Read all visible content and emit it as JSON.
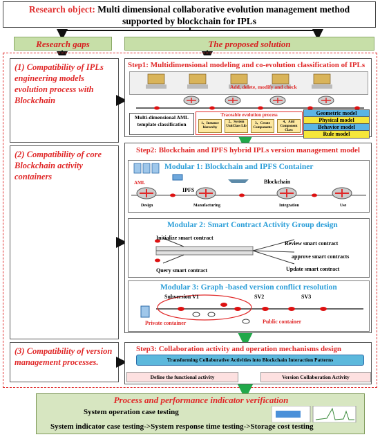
{
  "title": {
    "prefix": "Research object:",
    "text_line1": "Multi dimensional collaborative evolution management method",
    "text_line2": "supported by blockchain for IPLs"
  },
  "headers": {
    "left": "Research gaps",
    "right": "The proposed solution"
  },
  "gaps": [
    "(1) Compatibility of IPLs engineering models evolution process with Blockchain",
    "(2) Compatibility of core Blockchain activity containers",
    "(3) Compatibility of version management processes."
  ],
  "step1": {
    "title": "Step1:  Multidimensional modeling and co-evolution classification of IPLs",
    "ops_label": "Add, delete, modify and check",
    "aml_label": "Multi-dimensional AML template classification",
    "trace_label": "Traceable evolution process",
    "sub_steps": [
      "1、Instance hierarchy",
      "2、System UnitClass Lib",
      "3、Create Components",
      "4、Add Component Class"
    ],
    "models": [
      "Geometric model",
      "Physical model",
      "Behavior model",
      "Rule model"
    ]
  },
  "step2": {
    "title": "Step2:  Blockchain and IPFS hybrid IPLs version management model",
    "mod1": {
      "title": "Modular 1: Blockchain and IPFS Container",
      "aml": "AML",
      "ipfs": "IPFS",
      "blockchain": "Blockchain",
      "nodes": [
        "Design",
        "Manufacturing",
        "Integration",
        "Use"
      ]
    },
    "mod2": {
      "title": "Modular 2: Smart Contract Activity Group design",
      "labels": [
        "Initialize smart contract",
        "Query smart contract",
        "Review smart contract",
        "approve smart contracts",
        "Update smart contract"
      ]
    },
    "mod3": {
      "title": "Modular 3: Graph -based version conflict resolution",
      "subversion": "Subversion V1",
      "sv2": "SV2",
      "sv3": "SV3",
      "private": "Private container",
      "public": "Public container"
    }
  },
  "step3": {
    "title": "Step3:  Collaboration activity and operation mechanisms design",
    "banner": "Transforming Collaborative Activities into Blockchain Interaction Patterns",
    "left": "Define the functional activity",
    "right": "Version Collaboration Activity"
  },
  "bottom": {
    "title": "Process and performance indicator verification",
    "line1": "System operation case testing",
    "line2": "System indicator case testing->System response time testing->Storage cost testing"
  },
  "colors": {
    "accent_red": "#e02828",
    "blue_title": "#2b9ed8",
    "green_header": "#c7dfa8",
    "arrow_green": "#21a84a"
  }
}
